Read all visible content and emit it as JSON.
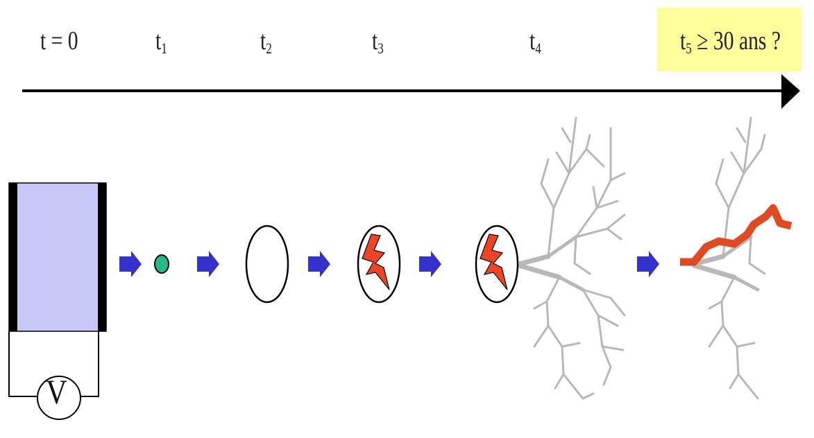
{
  "timeline": {
    "labels": [
      {
        "base": "t = 0",
        "sub": ""
      },
      {
        "base": "t",
        "sub": "1"
      },
      {
        "base": "t",
        "sub": "2"
      },
      {
        "base": "t",
        "sub": "3"
      },
      {
        "base": "t",
        "sub": "4"
      }
    ],
    "final": {
      "base": "t",
      "sub": "5",
      "rest": " ≥ 30 ans ?"
    }
  },
  "voltmeter": {
    "label": "V"
  },
  "colors": {
    "electrode_fill": "#c8c8f8",
    "arrow": "#3333cc",
    "defect": "#22bb88",
    "lightning": "#ee4422",
    "tree": "#b8b8b8",
    "breakdown": "#e04a20",
    "highlight": "#ffff99"
  }
}
